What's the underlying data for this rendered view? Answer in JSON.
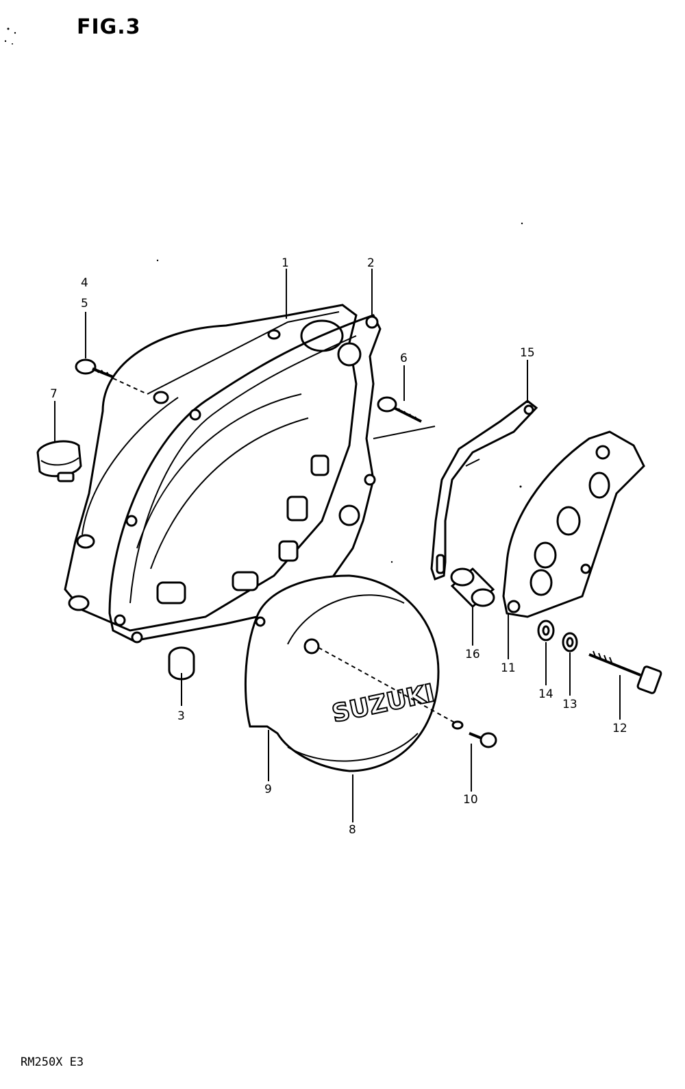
{
  "figure": {
    "title": "FIG.3",
    "model_code": "RM250X  E3",
    "brand_text": "SUZUKI"
  },
  "callouts": [
    {
      "id": "1",
      "label": "1"
    },
    {
      "id": "2",
      "label": "2"
    },
    {
      "id": "3",
      "label": "3"
    },
    {
      "id": "4",
      "label": "4"
    },
    {
      "id": "5",
      "label": "5"
    },
    {
      "id": "6",
      "label": "6"
    },
    {
      "id": "7",
      "label": "7"
    },
    {
      "id": "8",
      "label": "8"
    },
    {
      "id": "9",
      "label": "9"
    },
    {
      "id": "10",
      "label": "10"
    },
    {
      "id": "11",
      "label": "11"
    },
    {
      "id": "12",
      "label": "12"
    },
    {
      "id": "13",
      "label": "13"
    },
    {
      "id": "14",
      "label": "14"
    },
    {
      "id": "15",
      "label": "15"
    },
    {
      "id": "16",
      "label": "16"
    }
  ]
}
